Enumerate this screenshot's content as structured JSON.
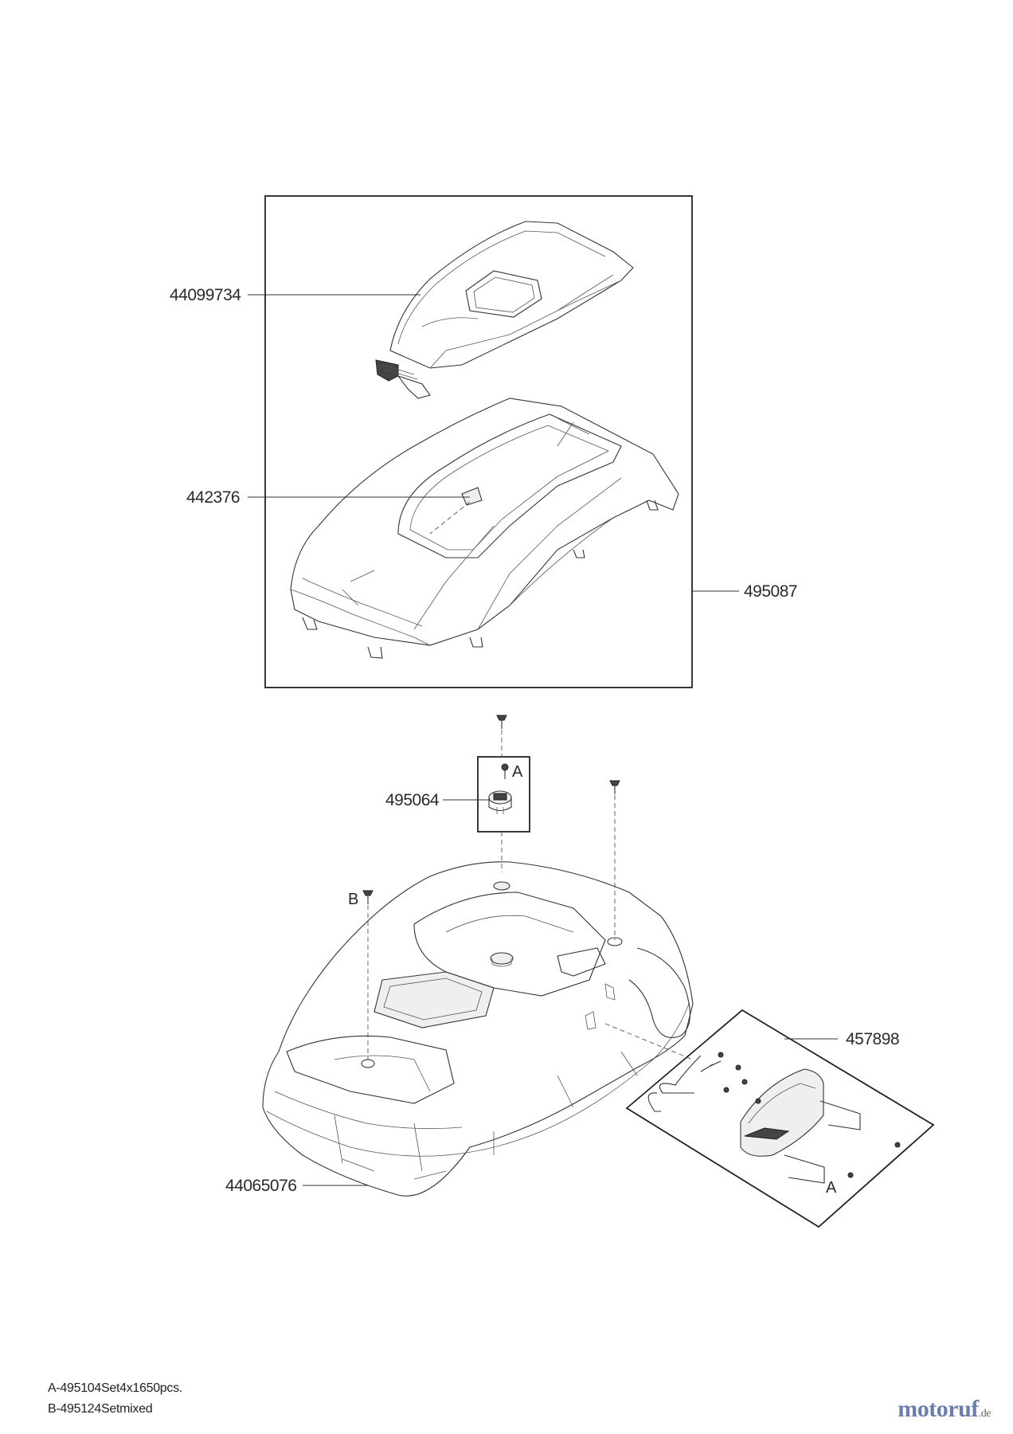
{
  "parts": {
    "p44099734": "44099734",
    "p442376": "442376",
    "p495087": "495087",
    "p495064": "495064",
    "p457898": "457898",
    "p44065076": "44065076"
  },
  "letters": {
    "a_box": "A",
    "b_screw": "B",
    "a_panel": "A"
  },
  "notes": {
    "a": "A-495104Set4x1650pcs.",
    "b": "B-495124Setmixed"
  },
  "brand": {
    "name": "motoruf",
    "tld": ".de"
  }
}
